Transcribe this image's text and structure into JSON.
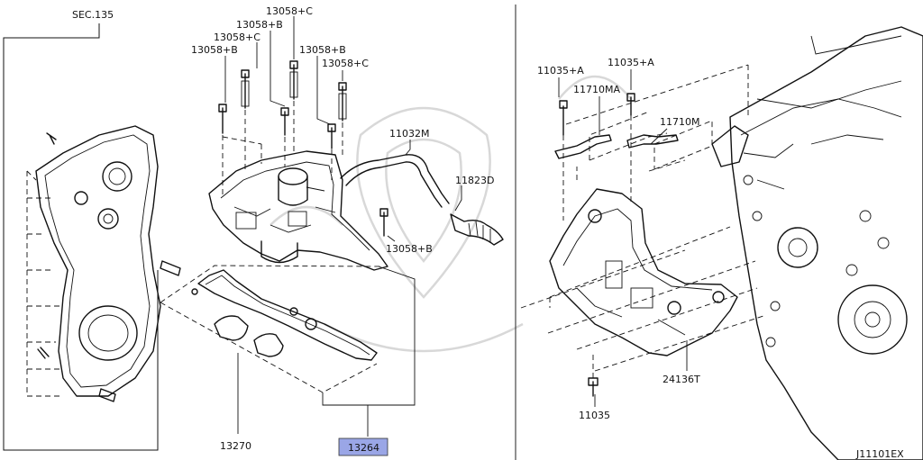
{
  "diagram": {
    "drawing_code": "J11101EX",
    "sec_ref": "SEC.135",
    "highlight_color": "#9aa6e6",
    "left_labels": {
      "sec_135": "SEC.135",
      "bolt_c_top": "13058+C",
      "bolt_b_top": "13058+B",
      "bolt_c_2": "13058+C",
      "bolt_b_left": "13058+B",
      "bolt_b_mid": "13058+B",
      "bolt_c_right": "13058+C",
      "hose": "11032M",
      "sensor": "11823D",
      "bolt_b_low": "13058+B",
      "gasket": "13270",
      "cover_assembly": "13264"
    },
    "right_labels": {
      "bolt_a_left": "11035+A",
      "bolt_a_right": "11035+A",
      "hanger_ma": "11710MA",
      "hanger_m": "11710M",
      "bracket": "24136T",
      "bolt": "11035"
    }
  }
}
